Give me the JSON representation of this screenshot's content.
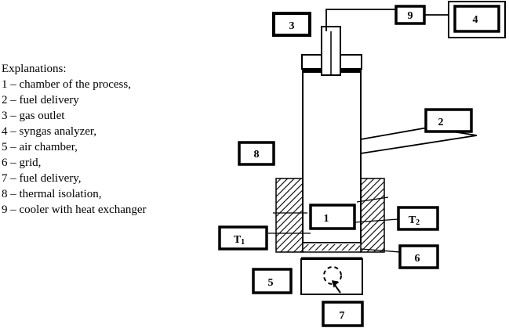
{
  "legend": {
    "title": "Explanations:",
    "items": [
      "1 – chamber of the process,",
      "2 – fuel delivery",
      "3 – gas outlet",
      "4 – syngas analyzer,",
      "5 – air chamber,",
      "6 – grid,",
      "7 – fuel delivery,",
      "8 – thermal isolation,",
      "9 – cooler with heat exchanger"
    ]
  },
  "labels": {
    "chamber": "1",
    "fuel_delivery_top": "2",
    "gas_outlet": "3",
    "analyzer": "4",
    "air_chamber": "5",
    "grid": "6",
    "fuel_delivery_bottom": "7",
    "isolation": "8",
    "cooler": "9",
    "t1_main": "T",
    "t1_sub": "1",
    "t2_main": "T",
    "t2_sub": "2"
  }
}
